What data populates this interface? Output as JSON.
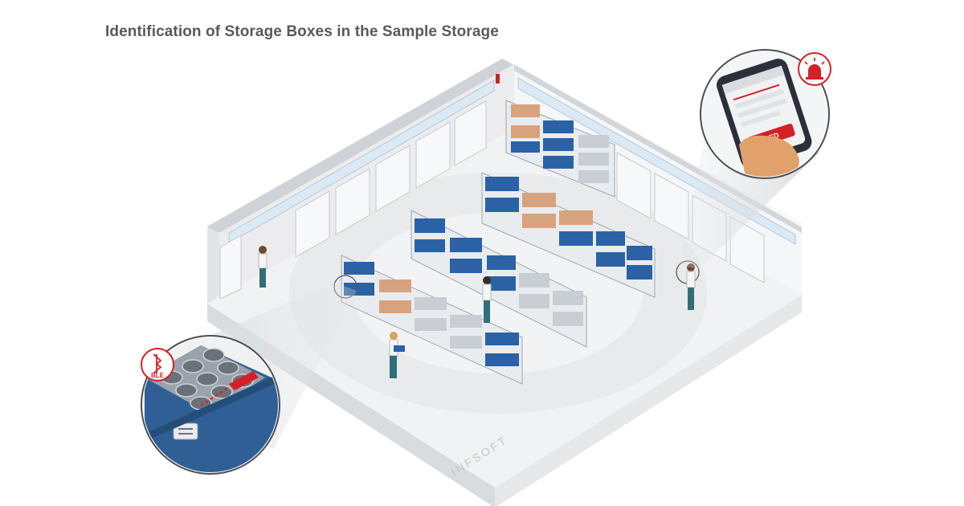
{
  "page": {
    "title": "Identification of Storage Boxes in the Sample Storage"
  },
  "callouts": {
    "phone_button_label": "LED",
    "ble_label": "BLE"
  },
  "watermark": "INFSOFT",
  "icons": {
    "ble": "bluetooth-icon",
    "alarm": "alarm-light-icon"
  },
  "colors": {
    "accent_red": "#d42027",
    "box_blue": "#2a62a5",
    "box_orange": "#d7a37e",
    "box_grey": "#c9ced4",
    "floor": "#f1f2f3",
    "wall": "#e5e7ea"
  }
}
